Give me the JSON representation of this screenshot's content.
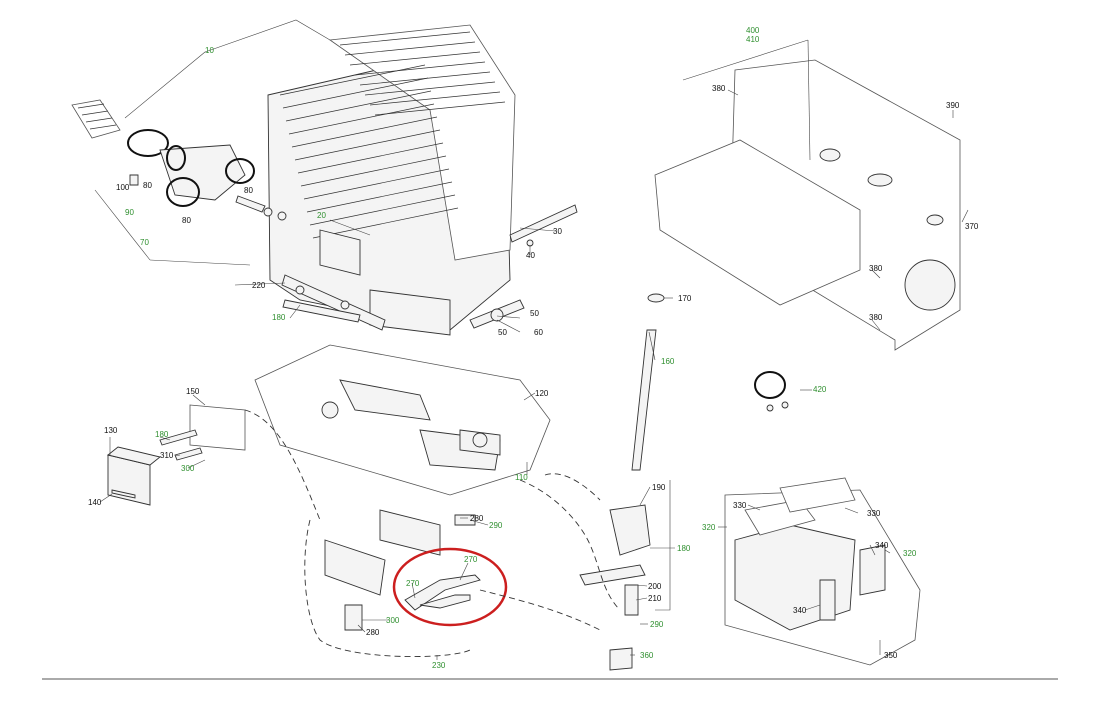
{
  "diagram": {
    "labels": {
      "l10": "10",
      "l20": "20",
      "l30": "30",
      "l40": "40",
      "l50a": "50",
      "l50b": "50",
      "l60": "60",
      "l70": "70",
      "l80a": "80",
      "l80b": "80",
      "l80c": "80",
      "l90": "90",
      "l100": "100",
      "l110": "110",
      "l120": "120",
      "l130": "130",
      "l140": "140",
      "l150": "150",
      "l160": "160",
      "l170": "170",
      "l180a": "180",
      "l180b": "180",
      "l180c": "180",
      "l190": "190",
      "l200": "200",
      "l210": "210",
      "l220": "220",
      "l230": "230",
      "l270a": "270",
      "l270b": "270",
      "l280a": "280",
      "l280b": "280",
      "l290a": "290",
      "l290b": "290",
      "l300a": "300",
      "l300b": "300",
      "l310": "310",
      "l320a": "320",
      "l320b": "320",
      "l330a": "330",
      "l330b": "330",
      "l340a": "340",
      "l340b": "340",
      "l350": "350",
      "l360": "360",
      "l370": "370",
      "l380a": "380",
      "l380b": "380",
      "l380c": "380",
      "l390": "390",
      "l400": "400",
      "l410": "410",
      "l420": "420"
    },
    "colors": {
      "black_label": "#111111",
      "green_label": "#2f8f2f",
      "highlight": "#cc1f1f"
    }
  }
}
